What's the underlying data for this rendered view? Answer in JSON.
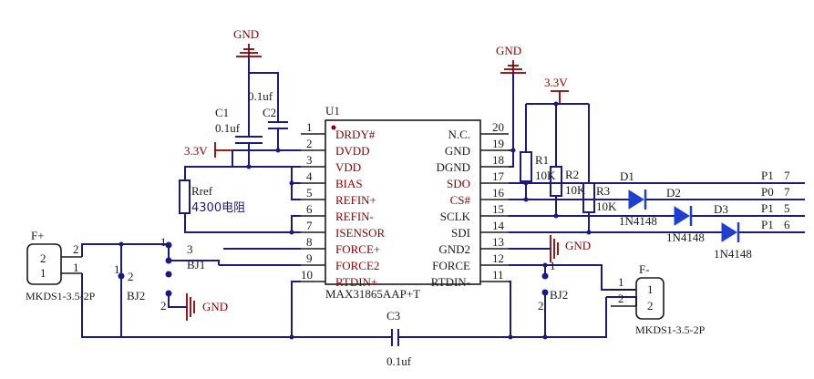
{
  "colors": {
    "wire": "#1a1a80",
    "pin_label_red": "#8b0000",
    "diode": "#1f3fd0",
    "power": "#8b0000"
  },
  "u1": {
    "ref": "U1",
    "part": "MAX31865AAP+T",
    "left_pins": [
      {
        "num": "1",
        "name": "DRDY#"
      },
      {
        "num": "2",
        "name": "DVDD"
      },
      {
        "num": "3",
        "name": "VDD"
      },
      {
        "num": "4",
        "name": "BIAS"
      },
      {
        "num": "5",
        "name": "REFIN+"
      },
      {
        "num": "6",
        "name": "REFIN-"
      },
      {
        "num": "7",
        "name": "ISENSOR"
      },
      {
        "num": "8",
        "name": "FORCE+"
      },
      {
        "num": "9",
        "name": "FORCE2"
      },
      {
        "num": "10",
        "name": "RTDIN+"
      }
    ],
    "right_pins": [
      {
        "num": "20",
        "name": "N.C."
      },
      {
        "num": "19",
        "name": "GND"
      },
      {
        "num": "18",
        "name": "DGND"
      },
      {
        "num": "17",
        "name": "SDO"
      },
      {
        "num": "16",
        "name": "CS#"
      },
      {
        "num": "15",
        "name": "SCLK"
      },
      {
        "num": "14",
        "name": "SDI"
      },
      {
        "num": "13",
        "name": "GND2"
      },
      {
        "num": "12",
        "name": "FORCE"
      },
      {
        "num": "11",
        "name": "RTDIN-"
      }
    ]
  },
  "power": {
    "gnd_top_left": "GND",
    "gnd_top_right": "GND",
    "v33_left": "3.3V",
    "v33_right": "3.3V",
    "gnd_pin13": "GND",
    "gnd_bj1": "GND"
  },
  "caps": {
    "c1_ref": "C1",
    "c1_val": "0.1uf",
    "c2_ref": "C2",
    "c2_val": "0.1uf",
    "c3_ref": "C3",
    "c3_val": "0.1uf"
  },
  "rref": {
    "ref": "Rref",
    "val": "4300电阻"
  },
  "resistors": [
    {
      "ref": "R1",
      "val": "10K"
    },
    {
      "ref": "R2",
      "val": "10K"
    },
    {
      "ref": "R3",
      "val": "10K"
    }
  ],
  "diodes": [
    {
      "ref": "D1",
      "part": "1N4148"
    },
    {
      "ref": "D2",
      "part": "1N4148"
    },
    {
      "ref": "D3",
      "part": "1N4148"
    }
  ],
  "ports": [
    {
      "name": "P1",
      "pin": "7"
    },
    {
      "name": "P0",
      "pin": "7"
    },
    {
      "name": "P1",
      "pin": "5"
    },
    {
      "name": "P1",
      "pin": "6"
    }
  ],
  "connectors": {
    "fplus_ref": "F+",
    "fplus_part": "MKDS1-3.5-2P",
    "fplus_p1": "1",
    "fplus_p2": "2",
    "fminus_ref": "F-",
    "fminus_part": "MKDS1-3.5-2P",
    "fminus_p1": "1",
    "fminus_p2": "2"
  },
  "jumpers": {
    "bj2_left_ref": "BJ2",
    "bj2_left_p1": "1",
    "bj2_left_p2": "2",
    "bj1_ref": "BJ1",
    "bj1_p1": "1",
    "bj1_p2": "2",
    "bj1_p3": "3",
    "bj2_right_ref": "BJ2",
    "bj2_right_p1": "1",
    "bj2_right_p2": "2"
  }
}
